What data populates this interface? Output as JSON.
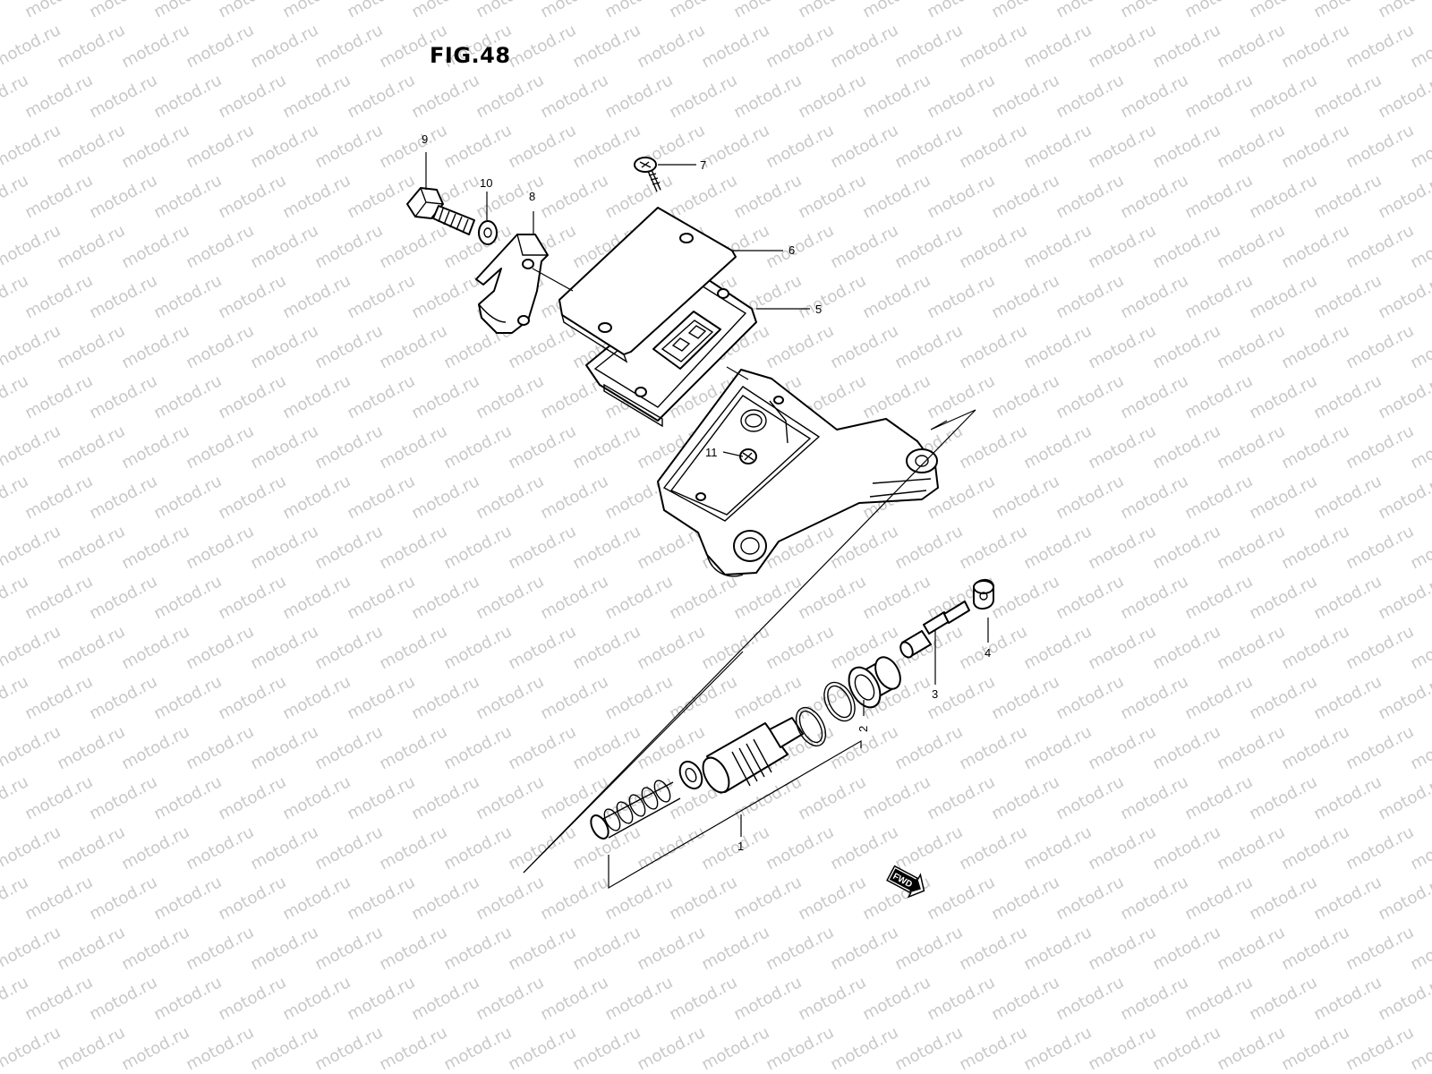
{
  "figure": {
    "title": "FIG.48"
  },
  "watermark": {
    "text": "motod.ru",
    "color": "#c8c8c8"
  },
  "callouts": [
    {
      "id": "1",
      "label": "1"
    },
    {
      "id": "2",
      "label": "2"
    },
    {
      "id": "3",
      "label": "3"
    },
    {
      "id": "4",
      "label": "4"
    },
    {
      "id": "5",
      "label": "5"
    },
    {
      "id": "6",
      "label": "6"
    },
    {
      "id": "7",
      "label": "7"
    },
    {
      "id": "8",
      "label": "8"
    },
    {
      "id": "9",
      "label": "9"
    },
    {
      "id": "10",
      "label": "10"
    },
    {
      "id": "11",
      "label": "11"
    }
  ],
  "fwd_badge": {
    "text": "FWD"
  },
  "colors": {
    "line": "#000000",
    "background": "#ffffff"
  }
}
